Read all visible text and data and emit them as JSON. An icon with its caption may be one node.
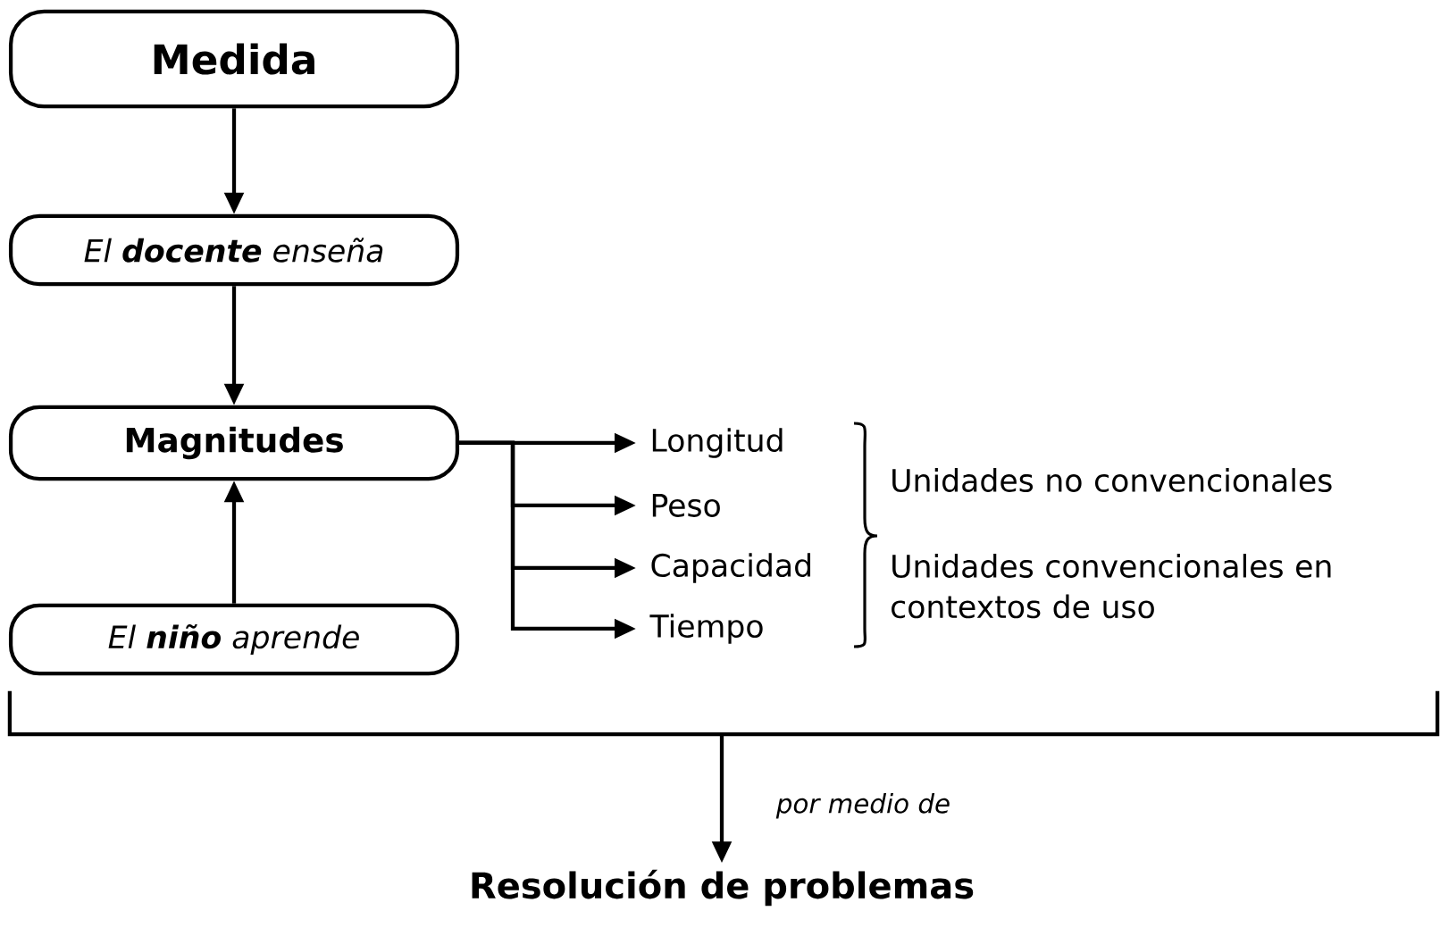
{
  "diagram": {
    "nodes": [
      {
        "text": [
          "Medida"
        ]
      },
      {
        "text": [
          "El **docente** enseña"
        ]
      },
      {
        "text": [
          "Magnitudes"
        ]
      },
      {
        "text": [
          "El **niño** aprende"
        ]
      },
      {
        "text": [
          "Longitud"
        ]
      },
      {
        "text": [
          "Peso"
        ]
      },
      {
        "text": [
          "Capacidad"
        ]
      },
      {
        "text": [
          "Tiempo"
        ]
      },
      {
        "text": [],
        "shape": "bracket"
      },
      {
        "text": [
          "Resolución de problemas"
        ]
      }
    ],
    "edges": [
      {
        "from": 0,
        "to": 1,
        "arrow": "to"
      },
      {
        "from": 1,
        "to": 2,
        "arrow": "to"
      },
      {
        "from": 3,
        "to": 2,
        "arrow": "to"
      },
      {
        "from": 2,
        "to": 4,
        "arrow": "to"
      },
      {
        "from": 2,
        "to": 5,
        "arrow": "to"
      },
      {
        "from": 2,
        "to": 6,
        "arrow": "to"
      },
      {
        "from": 2,
        "to": 7,
        "arrow": "to"
      },
      {
        "from": 8,
        "to": 9,
        "label": "por medio de",
        "arrow": "to"
      }
    ],
    "labels": [
      "Unidades no convencionales",
      "Unidades convencionales en contextos de uso"
    ]
  }
}
